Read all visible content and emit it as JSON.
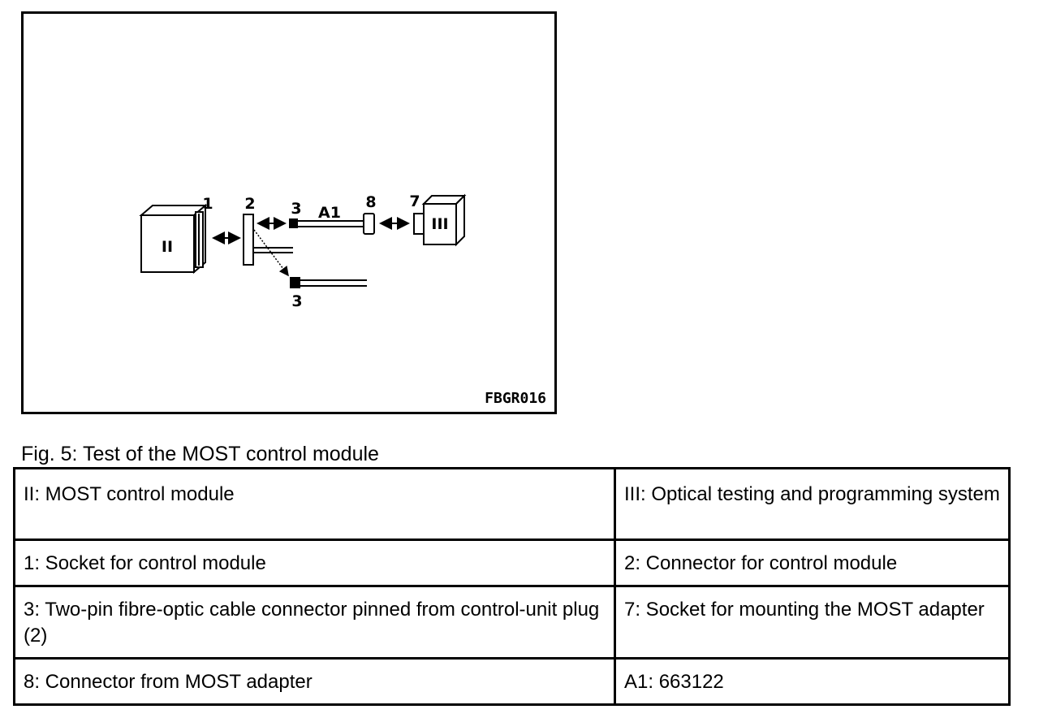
{
  "figure": {
    "id": "FBGR016",
    "labels": {
      "module_ii": "II",
      "module_iii": "III",
      "socket_1": "1",
      "connector_2": "2",
      "cable_connector_3_top": "3",
      "cable_connector_3_bottom": "3",
      "adapter_a1": "A1",
      "connector_8": "8",
      "socket_7": "7"
    }
  },
  "caption": "Fig. 5: Test of the MOST control module",
  "legend": [
    {
      "left": "II: MOST control module",
      "right": "III: Optical testing and programming system"
    },
    {
      "left": "1: Socket for control module",
      "right": "2: Connector for control module"
    },
    {
      "left": "3: Two-pin fibre-optic cable connector pinned from control-unit plug (2)",
      "right": "7: Socket for mounting the MOST adapter"
    },
    {
      "left": "8: Connector from MOST adapter",
      "right": "A1: 663122"
    }
  ]
}
